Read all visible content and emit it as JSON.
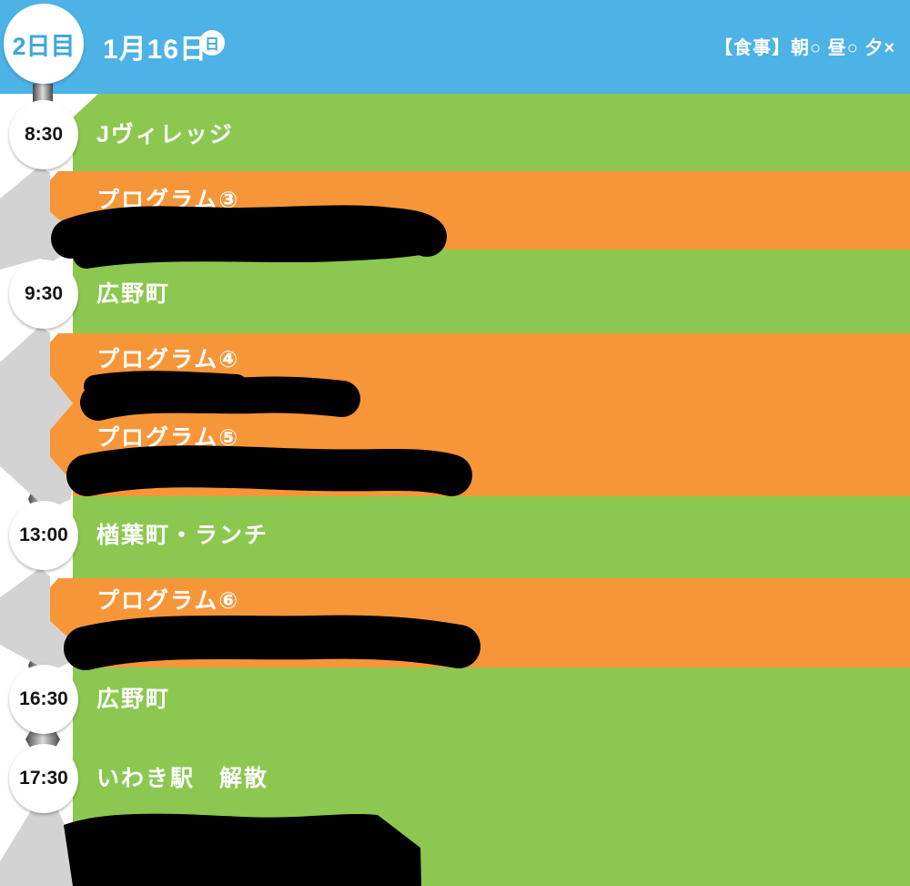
{
  "header": {
    "day_badge": "2日目",
    "date": "1月16日",
    "weekday": "日",
    "meals": "【食事】朝○ 昼○ 夕×"
  },
  "schedule": {
    "items": [
      {
        "time": "8:30",
        "label": "Jヴィレッジ",
        "type": "place"
      },
      {
        "label": "プログラム③",
        "type": "program",
        "details_redacted": true
      },
      {
        "time": "9:30",
        "label": "広野町",
        "type": "place"
      },
      {
        "label": "プログラム④",
        "type": "program",
        "details_redacted": true
      },
      {
        "label": "プログラム⑤",
        "type": "program",
        "details_redacted": true
      },
      {
        "time": "13:00",
        "label": "楢葉町・ランチ",
        "type": "place"
      },
      {
        "label": "プログラム⑥",
        "type": "program",
        "details_redacted": true
      },
      {
        "time": "16:30",
        "label": "広野町",
        "type": "place"
      },
      {
        "time": "17:30",
        "label": "いわき駅　解散",
        "type": "place",
        "details_redacted": true
      }
    ]
  },
  "colors": {
    "header_blue": "#4DB2E5",
    "place_green": "#8CC750",
    "program_orange": "#F79639",
    "ribbon_gray": "#D3D3D4",
    "redaction_black": "#000000",
    "badge_text_blue": "#3FA7DC",
    "time_text": "#141414",
    "label_text": "#FFFFFF"
  }
}
